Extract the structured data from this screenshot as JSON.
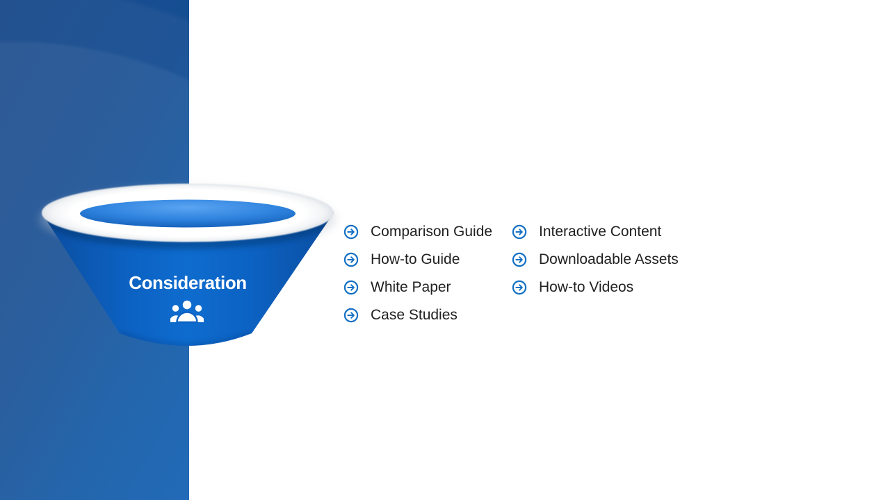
{
  "funnel": {
    "label": "Consideration"
  },
  "columns": [
    {
      "items": [
        "Comparison Guide",
        "How-to Guide",
        "White Paper",
        "Case Studies"
      ]
    },
    {
      "items": [
        "Interactive Content",
        "Downloadable Assets",
        "How-to Videos"
      ]
    }
  ],
  "icons": {
    "bullet": "arrow-circle-icon",
    "stage": "people-group-icon"
  },
  "colors": {
    "sidebar_top": "#1A4A8A",
    "sidebar_bottom": "#0B5CB1",
    "funnel_edge": "#09479B",
    "funnel_center": "#0E6CCE",
    "funnel_opening_top": "#5AA4F2",
    "funnel_opening_bottom": "#0B55AE",
    "rim": "#FFFFFF",
    "accent": "#1470C4",
    "list_text": "#212121",
    "stage_text": "#FFFFFF"
  }
}
